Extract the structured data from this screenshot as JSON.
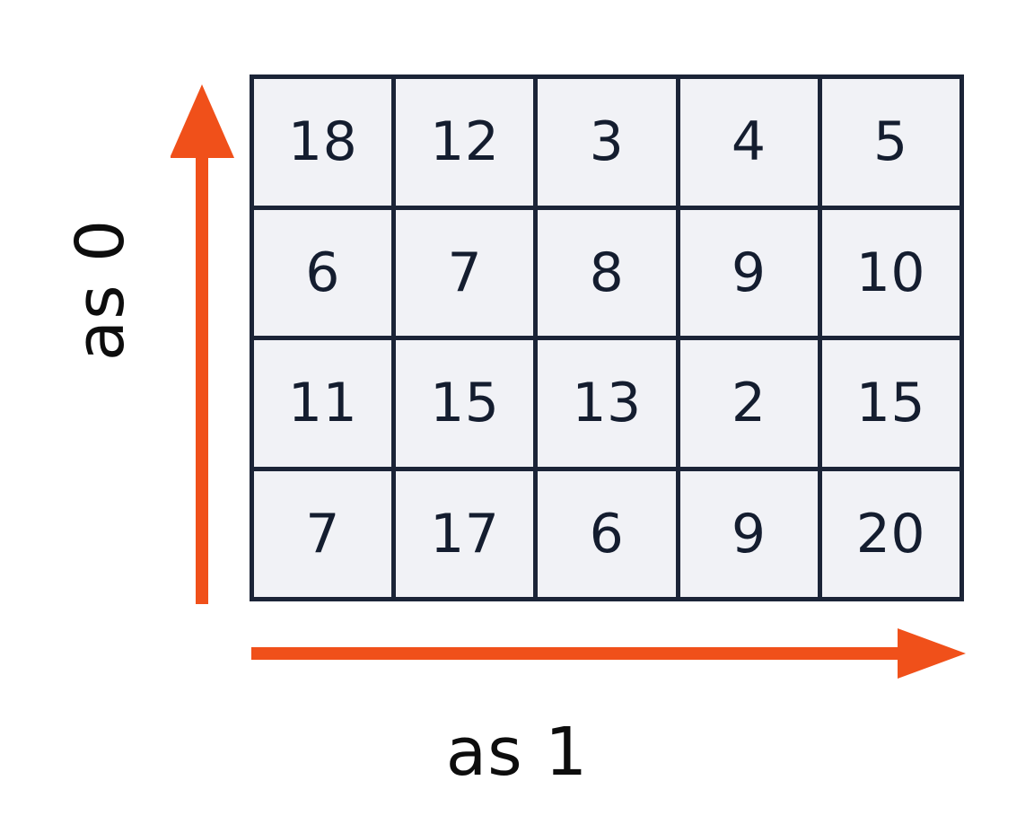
{
  "figure": {
    "background_color": "#ffffff",
    "grid_line_color": "#1b2437",
    "cell_fill_color": "#f1f2f6",
    "cell_text_color": "#141d2f",
    "arrow_color": "#F0501A",
    "label_color": "#0d0d0d"
  },
  "axes": {
    "vertical_label": "as 0",
    "horizontal_label": "as 1",
    "vertical_arrow_direction": "up",
    "horizontal_arrow_direction": "right"
  },
  "chart_data": {
    "type": "table",
    "title": "",
    "xlabel": "as 1",
    "ylabel": "as 0",
    "rows": 4,
    "cols": 5,
    "values": [
      [
        18,
        12,
        3,
        4,
        5
      ],
      [
        6,
        7,
        8,
        9,
        10
      ],
      [
        11,
        15,
        13,
        2,
        15
      ],
      [
        7,
        17,
        6,
        9,
        20
      ]
    ],
    "cells": [
      "18",
      "12",
      "3",
      "4",
      "5",
      "6",
      "7",
      "8",
      "9",
      "10",
      "11",
      "15",
      "13",
      "2",
      "15",
      "7",
      "17",
      "6",
      "9",
      "20"
    ],
    "grid": true,
    "legend": "none"
  }
}
